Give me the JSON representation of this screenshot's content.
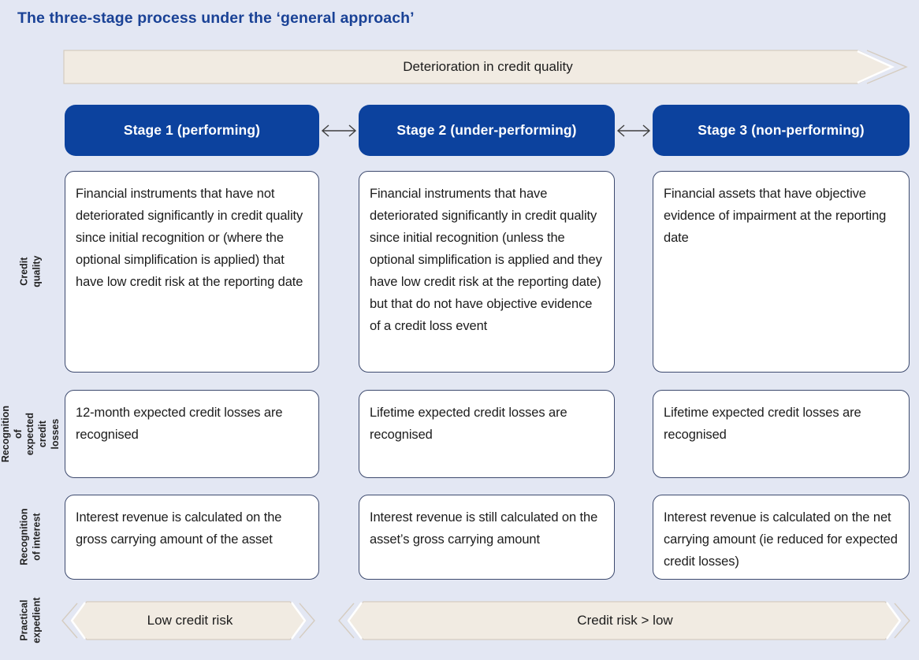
{
  "title": "The three-stage process under the ‘general approach’",
  "colors": {
    "background": "#e3e7f3",
    "stage_blue": "#0c429e",
    "title_navy": "#1a4296",
    "box_border": "#3d4a6e",
    "cream_fill": "#f1ebe2",
    "cream_border": "#d5ccc0",
    "text_dark": "#1c1c1c"
  },
  "top_banner": {
    "label": "Deterioration in credit quality"
  },
  "stages": [
    {
      "label": "Stage 1 (performing)"
    },
    {
      "label": "Stage 2 (under-performing)"
    },
    {
      "label": "Stage 3 (non-performing)"
    }
  ],
  "row_labels": [
    {
      "label": "Credit quality"
    },
    {
      "label": "Recognition of\nexpected credit\nlosses"
    },
    {
      "label": "Recognition\nof interest"
    },
    {
      "label": "Practical\nexpedient"
    }
  ],
  "credit_quality": {
    "stage1": "Financial instruments that have not deteriorated significantly in credit quality since initial recognition or (where the optional simplification is applied) that have low credit risk at the reporting date",
    "stage2": "Financial instruments that have deteriorated significantly in credit quality since initial recognition (unless the optional simplification is applied and they have low credit risk at the reporting date) but that do not have objective evidence of a credit loss event",
    "stage3": "Financial assets that have objective evidence of impairment at the reporting date"
  },
  "recognition_of_expected_credit_losses": {
    "stage1": "12-month expected credit losses are recognised",
    "stage2": "Lifetime expected credit losses are recognised",
    "stage3": "Lifetime expected credit losses are recognised"
  },
  "recognition_of_interest": {
    "stage1": "Interest revenue is calculated on the gross carrying amount of the asset",
    "stage2": "Interest revenue is still calculated on the asset’s gross carrying amount",
    "stage3": "Interest revenue is calculated on the net carrying amount (ie reduced for expected credit losses)"
  },
  "practical_expedient": {
    "stage1": "Low credit risk",
    "stage2_3": "Credit risk > low"
  }
}
